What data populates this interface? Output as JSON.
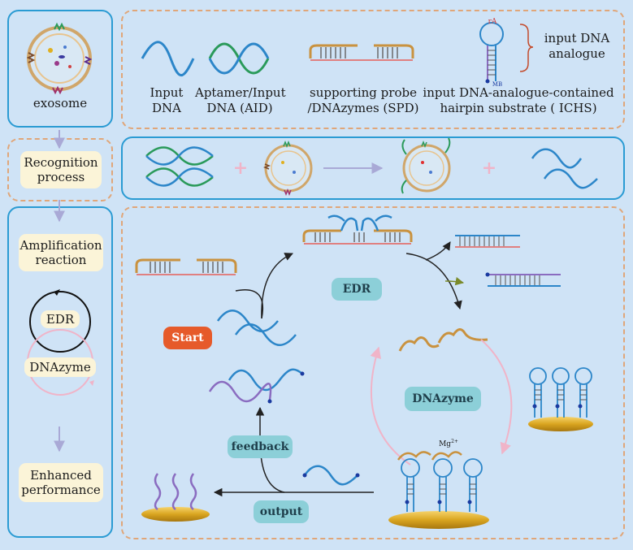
{
  "colors": {
    "background": "#cfe3f6",
    "panel_border": "#2a9bd3",
    "dashed_border": "#e0a679",
    "dna_blue": "#2c86c9",
    "dna_green": "#2a9a5a",
    "dna_purple": "#8a6cc0",
    "probe": "#c9923f",
    "start": "#e65a2a",
    "pill_teal": "#8ccfd8",
    "pill_cream": "#fbf4d8",
    "gold": "#d9a520",
    "pink_arrow": "#f0b4c8"
  },
  "left_flow": {
    "exosome": "exosome",
    "recognition": [
      "Recognition",
      "process"
    ],
    "amplification": [
      "Amplification",
      "reaction"
    ],
    "edr": "EDR",
    "dnazyme": "DNAzyme",
    "enhanced": [
      "Enhanced",
      "performance"
    ]
  },
  "legend": {
    "input_dna": [
      "Input",
      "DNA"
    ],
    "aid": [
      "Aptamer/Input",
      "DNA (AID)"
    ],
    "spd": [
      "supporting probe",
      "/DNAzymes (SPD)"
    ],
    "ichs": [
      "input DNA-analogue-contained",
      "hairpin substrate ( ICHS)"
    ],
    "analogue": [
      "input DNA",
      "analogue"
    ],
    "rA": "rA",
    "mb": "MB"
  },
  "recognition_row": {
    "plus": "+"
  },
  "cycle": {
    "start": "Start",
    "edr": "EDR",
    "dnazyme": "DNAzyme",
    "feedback": "feedback",
    "output": "output",
    "mg": "Mg",
    "mg_sup": "2+"
  },
  "icons": [
    "exosome-icon",
    "dna-strand-icon",
    "hairpin-icon",
    "gold-electrode-icon",
    "arrow-icon"
  ]
}
